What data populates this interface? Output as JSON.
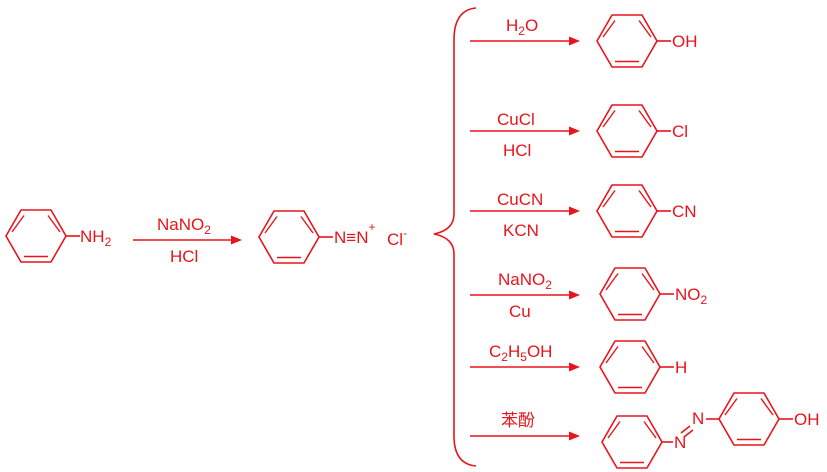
{
  "colors": {
    "ink": "#e8141c",
    "background": "#ffffff"
  },
  "start": {
    "group": "NH",
    "group_sub": "2"
  },
  "step1": {
    "reagent_top_main": "NaNO",
    "reagent_top_sub": "2",
    "reagent_bottom": "HCl"
  },
  "diazonium": {
    "n1": "N",
    "triple": "≡",
    "n2": "N",
    "charge": "+",
    "counterion": "Cl",
    "counterion_charge": "-"
  },
  "reactions": [
    {
      "top": "H",
      "top_sub": "2",
      "top_tail": "O",
      "bottom": "",
      "product": "OH"
    },
    {
      "top": "CuCl",
      "bottom": "HCl",
      "product": "Cl"
    },
    {
      "top": "CuCN",
      "bottom": "KCN",
      "product": "CN"
    },
    {
      "top": "NaNO",
      "top_sub": "2",
      "bottom": "Cu",
      "product": "NO",
      "product_sub": "2"
    },
    {
      "top": "C",
      "top_sub": "2",
      "top_mid": "H",
      "top_sub2": "5",
      "top_tail": "OH",
      "bottom": "",
      "product": "H"
    },
    {
      "top": "苯酚",
      "bottom": "",
      "product_azo_n1": "N",
      "product_azo_n2": "N",
      "product": "OH"
    }
  ]
}
